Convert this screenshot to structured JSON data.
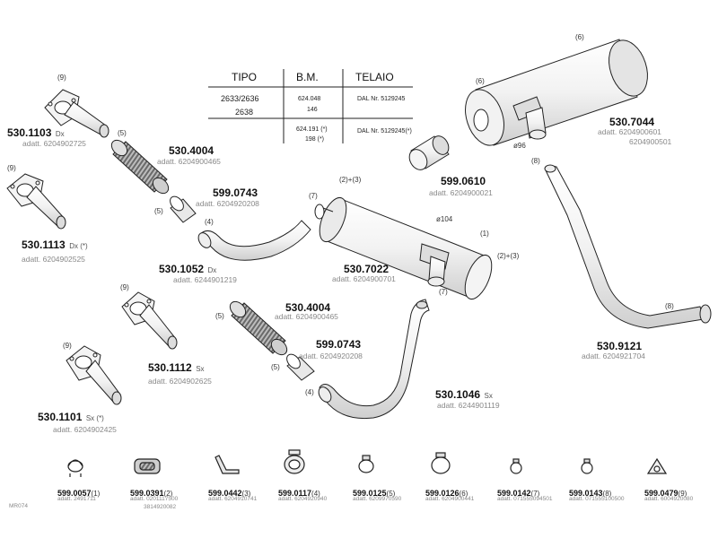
{
  "table": {
    "headers": [
      "TIPO",
      "B.M.",
      "TELAIO"
    ],
    "row1": {
      "tipo": [
        "2633/2636",
        "2638"
      ],
      "bm": [
        "624.048",
        "146"
      ],
      "telaio": "DAL Nr. 5129245"
    },
    "row2": {
      "bm": [
        "624.191 (*)",
        "198 (*)"
      ],
      "telaio": "DAL Nr. 5129245(*)"
    }
  },
  "parts": [
    {
      "code": "530.1103",
      "suffix": "Dx",
      "adatt": "adatt. 6204902725",
      "callout": "(9)"
    },
    {
      "code": "530.1113",
      "suffix": "Dx  (*)",
      "adatt": "adatt. 6204902525",
      "callout": "(9)"
    },
    {
      "code": "530.4004",
      "suffix": "",
      "adatt": "adatt. 6204900465",
      "callout": "(5)"
    },
    {
      "code": "599.0743",
      "suffix": "",
      "adatt": "adatt. 6204920208",
      "callout": "(5)"
    },
    {
      "code": "530.1052",
      "suffix": "Dx",
      "adatt": "adatt. 6244901219",
      "callout": "(4)"
    },
    {
      "code": "530.1112",
      "suffix": "Sx",
      "adatt": "adatt. 6204902625",
      "callout": "(9)"
    },
    {
      "code": "530.4004",
      "suffix": "",
      "adatt": "adatt. 6204900465",
      "callout": "(5)"
    },
    {
      "code": "599.0743",
      "suffix": "",
      "adatt": "adatt. 6204920208",
      "callout": "(5)"
    },
    {
      "code": "530.1101",
      "suffix": "Sx  (*)",
      "adatt": "adatt. 6204902425",
      "callout": "(9)"
    },
    {
      "code": "530.1046",
      "suffix": "Sx",
      "adatt": "adatt. 6244901119",
      "callout": "(4)"
    },
    {
      "code": "530.7022",
      "suffix": "",
      "adatt": "adatt. 6204900701",
      "callout": "(7)"
    },
    {
      "code": "599.0610",
      "suffix": "",
      "adatt": "adatt. 6204900021",
      "callout": ""
    },
    {
      "code": "530.7044",
      "suffix": "",
      "adatt": "adatt. 6204900601",
      "adatt2": "6204900501",
      "callout": "(6)"
    },
    {
      "code": "530.9121",
      "suffix": "",
      "adatt": "adatt. 6204921704",
      "callout": "(8)"
    }
  ],
  "callouts": {
    "muffler_small_left": "(7)",
    "muffler_small_23_top": "(2)+(3)",
    "muffler_small_1": "(1)",
    "muffler_small_23_right": "(2)+(3)",
    "muffler_small_7_bottom": "(7)",
    "diam_104": "ø104",
    "muffler_big_6_top": "(6)",
    "muffler_big_6_left": "(6)",
    "diam_96": "ø96",
    "pipe_big_8_top": "(8)",
    "pipe_big_8_bottom": "(8)"
  },
  "clamps": [
    {
      "code": "599.0057",
      "qty": "(1)",
      "adatt": [
        "adatt. 2491711"
      ],
      "icon": "u-clamp"
    },
    {
      "code": "599.0391",
      "qty": "(2)",
      "adatt": [
        "adatt. 0201117500",
        "3814920082"
      ],
      "icon": "band-clamp"
    },
    {
      "code": "599.0442",
      "qty": "(3)",
      "adatt": [
        "adatt. 6204910741"
      ],
      "icon": "bracket"
    },
    {
      "code": "599.0117",
      "qty": "(4)",
      "adatt": [
        "adatt. 6204920940"
      ],
      "icon": "saddle-clamp"
    },
    {
      "code": "599.0125",
      "qty": "(5)",
      "adatt": [
        "adatt. 6209970590"
      ],
      "icon": "ring-clamp"
    },
    {
      "code": "599.0126",
      "qty": "(6)",
      "adatt": [
        "adatt. 6204900441"
      ],
      "icon": "ring-clamp-large"
    },
    {
      "code": "599.0142",
      "qty": "(7)",
      "adatt": [
        "adatt. 071555094501"
      ],
      "icon": "ring-clamp-small"
    },
    {
      "code": "599.0143",
      "qty": "(8)",
      "adatt": [
        "adatt. 071555100500"
      ],
      "icon": "ring-clamp-small"
    },
    {
      "code": "599.0479",
      "qty": "(9)",
      "adatt": [
        "adatt. 6004920080"
      ],
      "icon": "gasket"
    }
  ],
  "ref": "MR074"
}
